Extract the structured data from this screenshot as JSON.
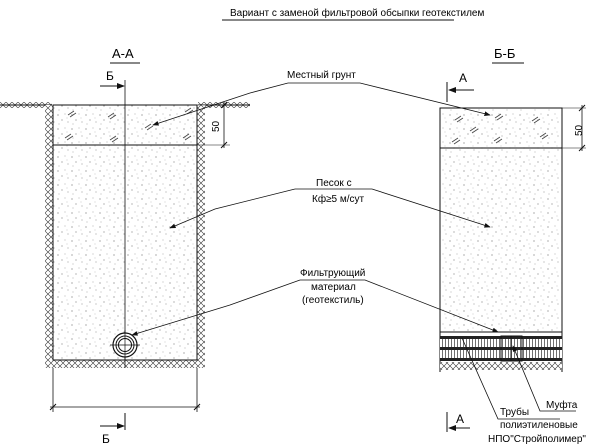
{
  "title": "Вариант с заменой фильтровой обсыпки геотекстилем",
  "sections": {
    "left": {
      "label": "А-А",
      "cut_top": "Б",
      "cut_bottom": "Б",
      "dimension": "50"
    },
    "right": {
      "label": "Б-Б",
      "cut_top": "А",
      "cut_bottom": "А",
      "dimension": "50"
    }
  },
  "callouts": {
    "local_soil": "Местный грунт",
    "sand_line1": "Песок с",
    "sand_line2": "Кф≥5 м/сут",
    "filter_line1": "Фильтрующий",
    "filter_line2": "материал",
    "filter_line3": "(геотекстиль)",
    "coupling": "Муфта",
    "pipes_line1": "Трубы",
    "pipes_line2": "полиэтиленовые",
    "pipes_line3": "НПО\"Стройполимер\""
  },
  "colors": {
    "ink": "#1a1a1a",
    "paper": "#ffffff",
    "stipple": "#8a8a8a"
  }
}
